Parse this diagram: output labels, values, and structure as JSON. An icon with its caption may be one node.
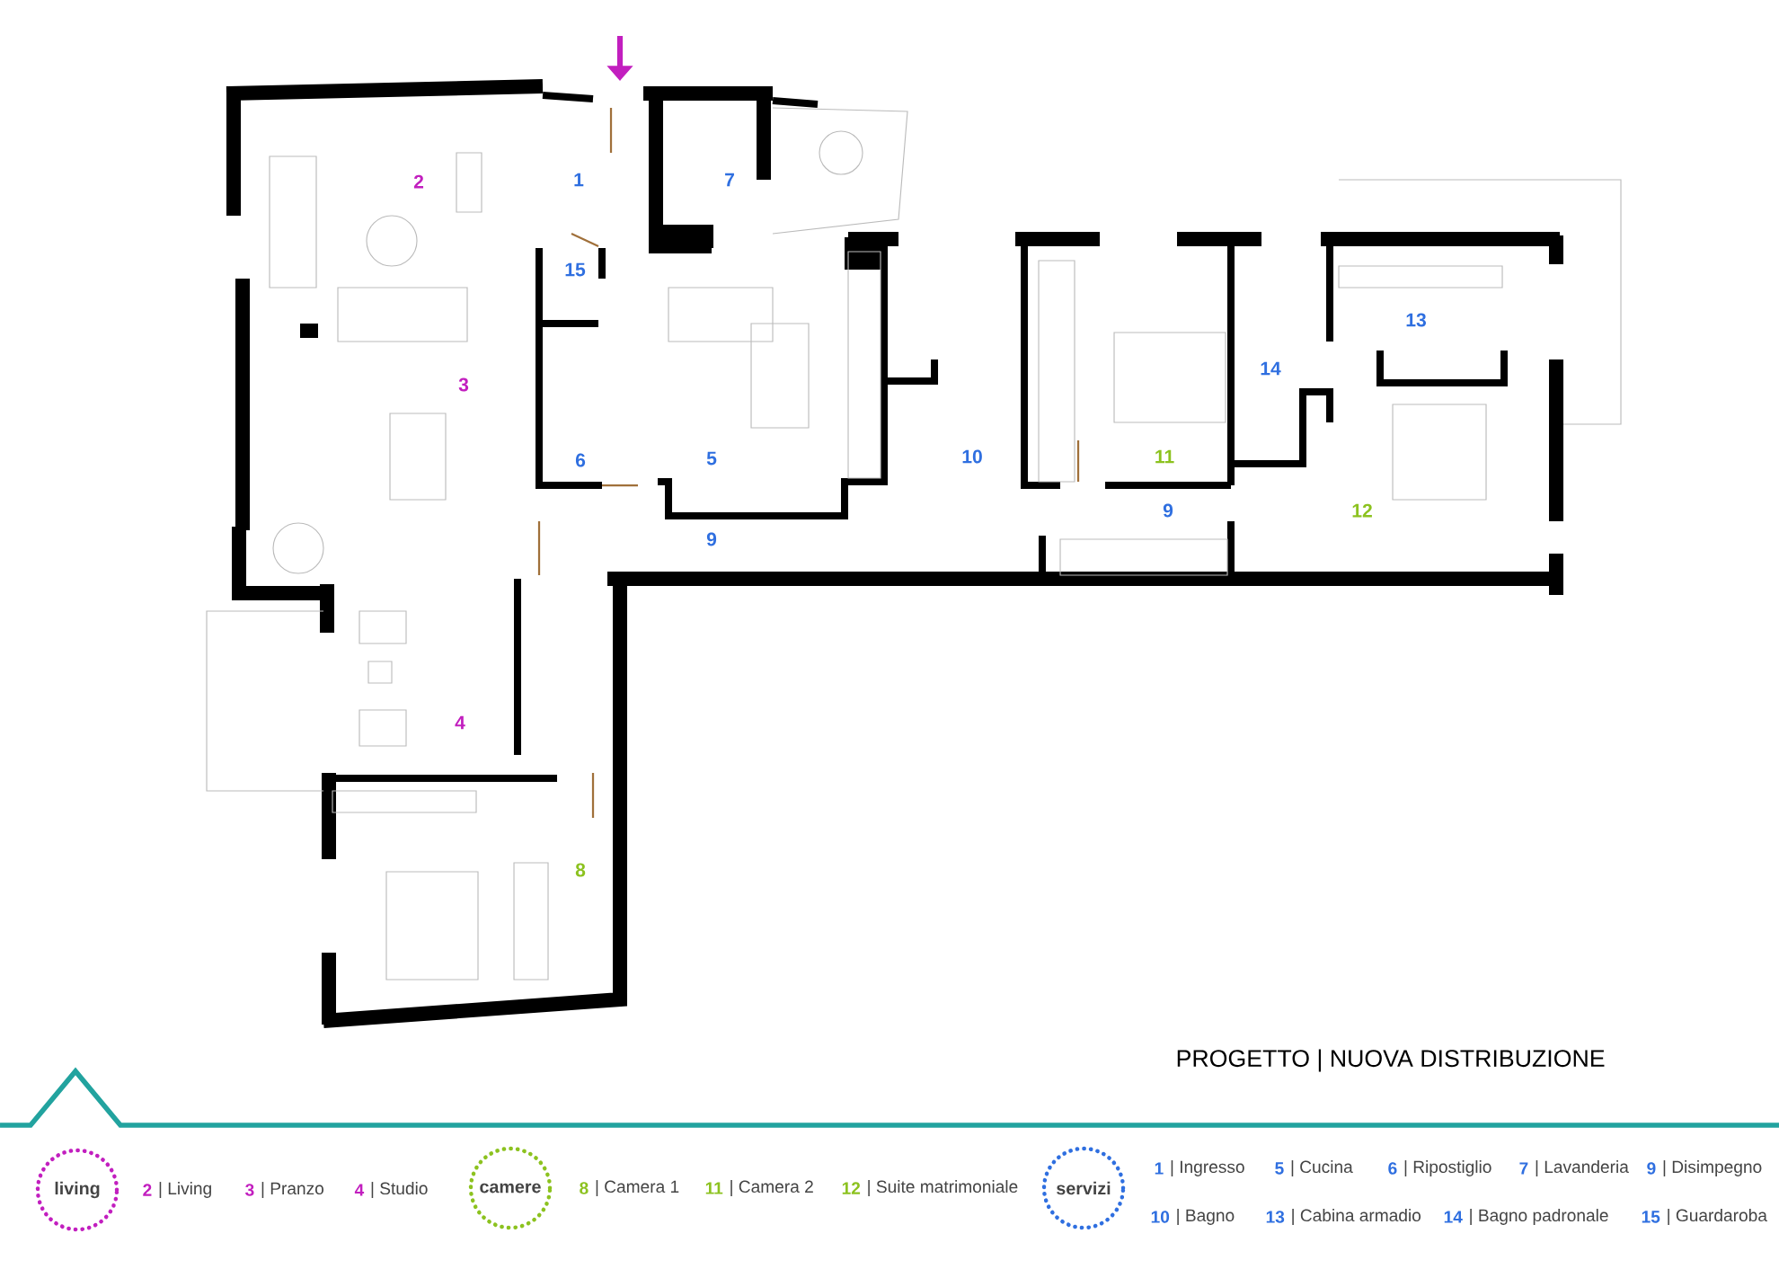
{
  "diagram": {
    "title": "PROGETTO |  NUOVA DISTRIBUZIONE",
    "nodes": [
      {
        "text": [
          "living"
        ]
      },
      {
        "text": [
          "camere"
        ]
      },
      {
        "text": [
          "servizi"
        ]
      }
    ],
    "labels": [
      "2",
      "1",
      "7",
      "15",
      "13",
      "14",
      "3",
      "6",
      "5",
      "10",
      "11",
      "12",
      "9",
      "9",
      "4",
      "8",
      "2",
      "| Living",
      "3",
      "| Pranzo",
      "4",
      "| Studio",
      "8",
      "| Camera 1",
      "11",
      "| Camera 2",
      "12",
      "| Suite matrimoniale",
      "1",
      "| Ingresso",
      "5",
      "| Cucina",
      "6",
      "| Ripostiglio",
      "7",
      "| Lavanderia",
      "9",
      "| Disimpegno",
      "10",
      "| Bagno",
      "13",
      "| Cabina armadio",
      "14",
      "| Bagno padronale",
      "15",
      "| Guardaroba"
    ]
  }
}
